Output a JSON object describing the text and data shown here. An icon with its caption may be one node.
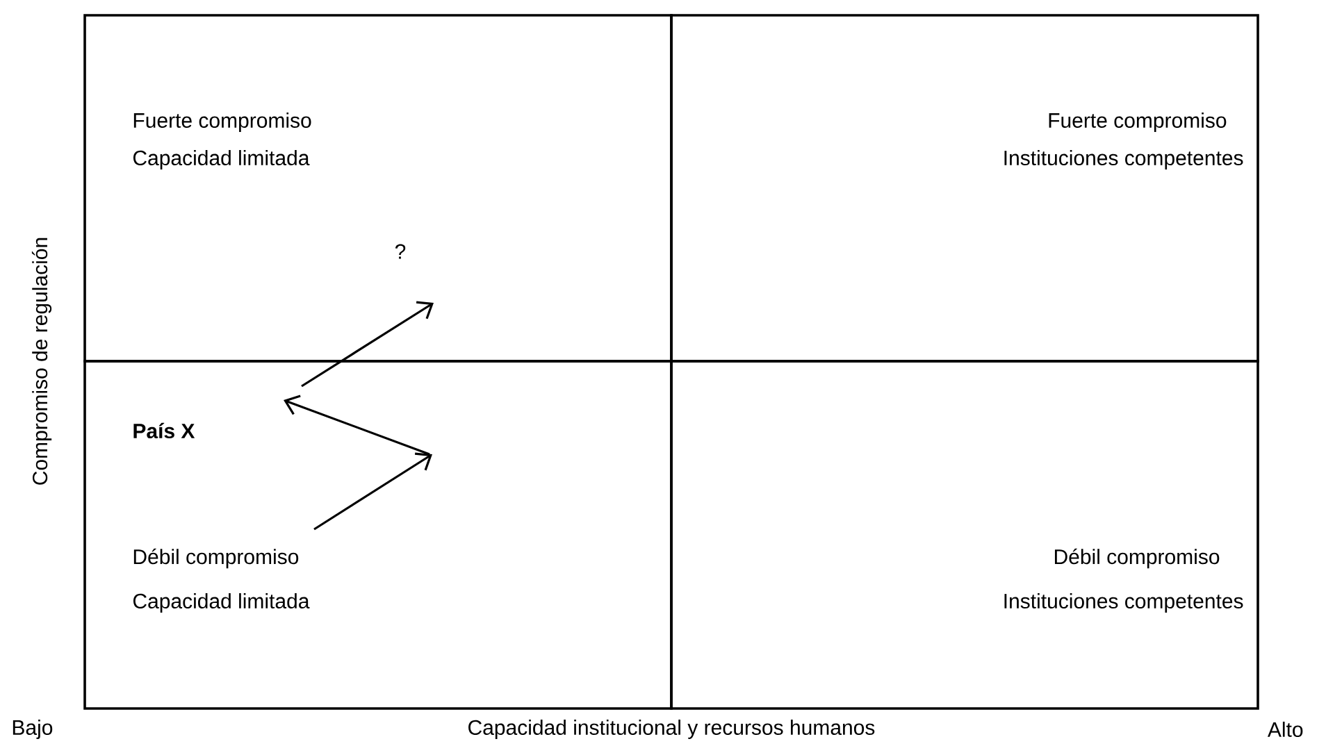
{
  "diagram": {
    "nodes": [
      {
        "text": [
          "Fuerte compromiso",
          "Capacidad limitada"
        ]
      },
      {
        "text": [
          "Fuerte compromiso",
          "Instituciones competentes"
        ]
      },
      {
        "text": [
          "Débil compromiso",
          "Capacidad limitada"
        ]
      },
      {
        "text": [
          "Débil compromiso",
          "Instituciones competentes"
        ]
      }
    ],
    "edges": [
      {
        "from": 2,
        "to": 0,
        "arrow": "to"
      }
    ],
    "labels": [
      "?",
      "País X",
      "Compromiso de regulación",
      "Bajo",
      "Capacidad institucional y recursos humanos",
      "Alto"
    ]
  }
}
